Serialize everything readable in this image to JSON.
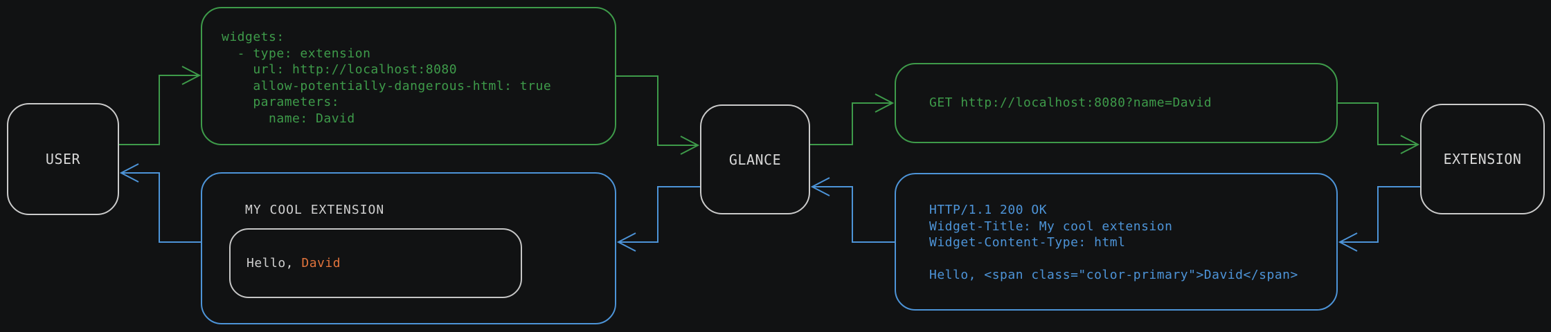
{
  "diagram": {
    "nodes": {
      "user": {
        "label": "USER"
      },
      "glance": {
        "label": "GLANCE"
      },
      "extension": {
        "label": "EXTENSION"
      }
    },
    "config_box": {
      "lines": [
        "widgets:",
        "  - type: extension",
        "    url: http://localhost:8080",
        "    allow-potentially-dangerous-html: true",
        "    parameters:",
        "      name: David"
      ]
    },
    "request_box": {
      "text": "GET http://localhost:8080?name=David"
    },
    "response_box": {
      "lines": [
        "HTTP/1.1 200 OK",
        "Widget-Title: My cool extension",
        "Widget-Content-Type: html",
        "",
        "Hello, <span class=\"color-primary\">David</span>"
      ]
    },
    "widget_box": {
      "title": "MY COOL EXTENSION",
      "greeting_prefix": "Hello, ",
      "greeting_name": "David"
    },
    "colors": {
      "request_green": "#3e9b4a",
      "response_blue": "#4d94d8",
      "accent_orange": "#e0733c",
      "node_border_gray": "#cbcbcb",
      "background": "#111213"
    }
  }
}
